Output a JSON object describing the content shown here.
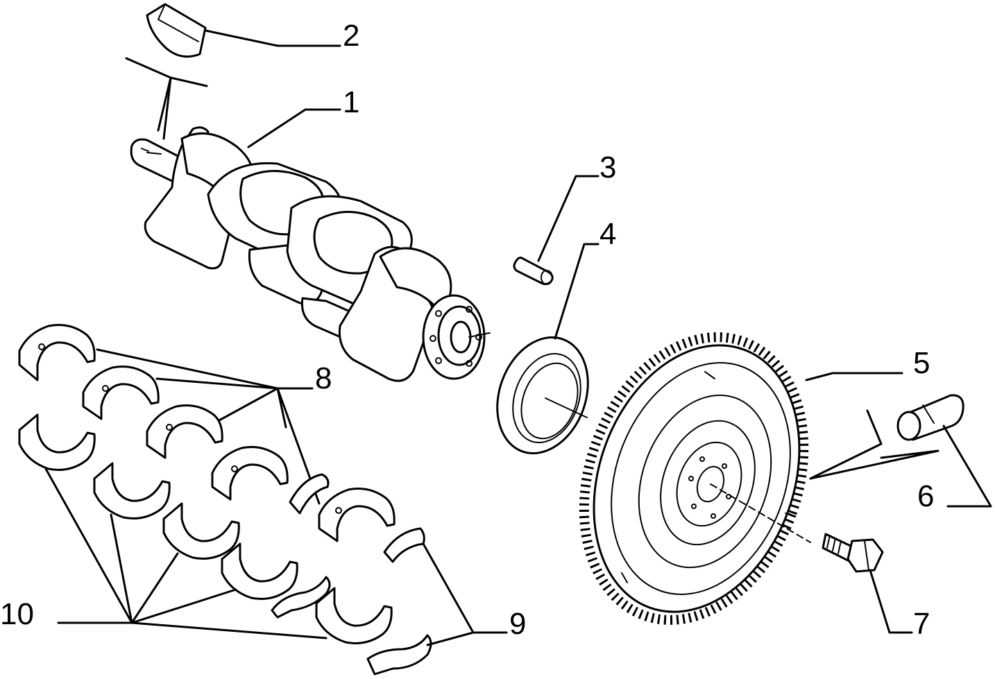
{
  "diagram": {
    "callouts": [
      {
        "id": "1",
        "label": "1"
      },
      {
        "id": "2",
        "label": "2"
      },
      {
        "id": "3",
        "label": "3"
      },
      {
        "id": "4",
        "label": "4"
      },
      {
        "id": "5",
        "label": "5"
      },
      {
        "id": "6",
        "label": "6"
      },
      {
        "id": "7",
        "label": "7"
      },
      {
        "id": "8",
        "label": "8"
      },
      {
        "id": "9",
        "label": "9"
      },
      {
        "id": "10",
        "label": "10"
      }
    ],
    "parts": [
      {
        "callout": "1",
        "name": "crankshaft"
      },
      {
        "callout": "2",
        "name": "woodruff-key"
      },
      {
        "callout": "3",
        "name": "dowel-pin"
      },
      {
        "callout": "4",
        "name": "oil-seal"
      },
      {
        "callout": "5",
        "name": "flywheel"
      },
      {
        "callout": "6",
        "name": "bushing"
      },
      {
        "callout": "7",
        "name": "flywheel-bolt"
      },
      {
        "callout": "8",
        "name": "upper-main-bearing-shells"
      },
      {
        "callout": "9",
        "name": "thrust-washers"
      },
      {
        "callout": "10",
        "name": "lower-main-bearing-shells"
      }
    ]
  }
}
